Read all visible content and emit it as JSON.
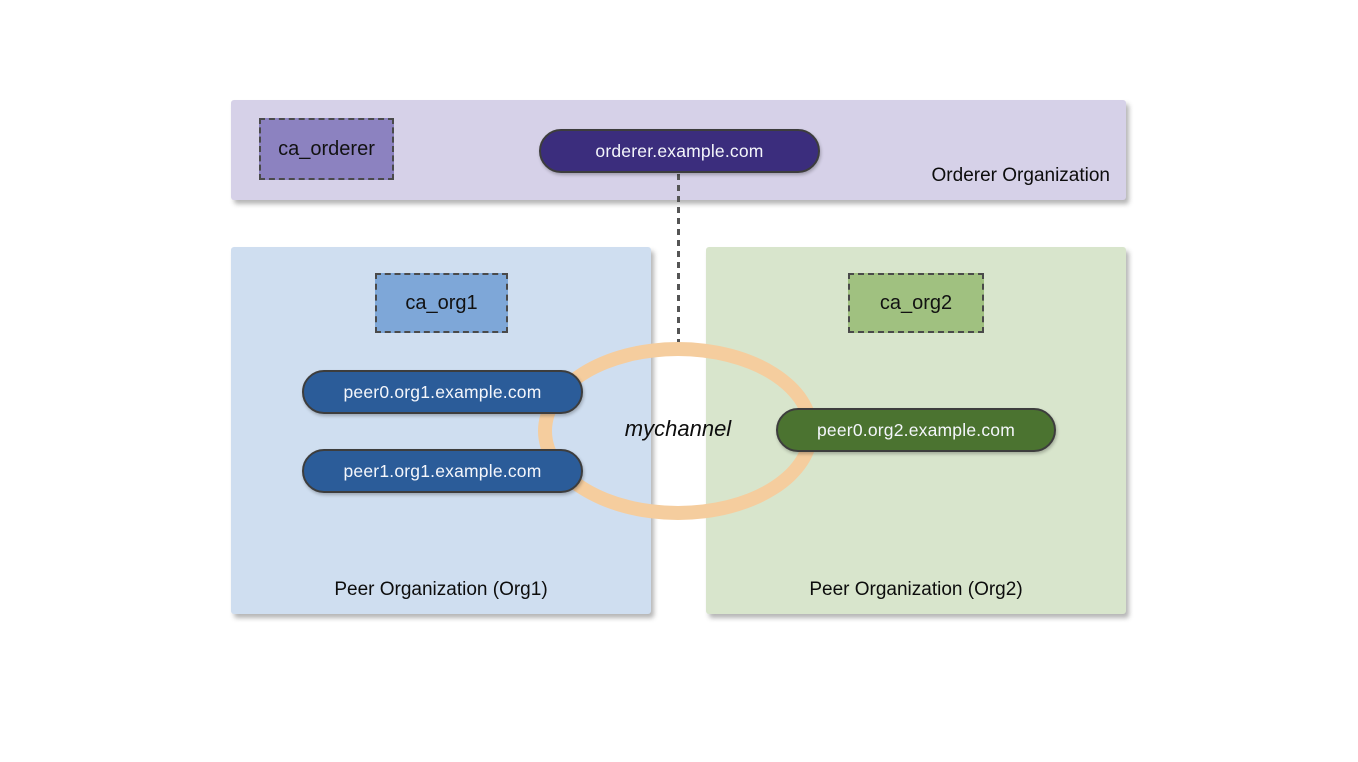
{
  "diagram": {
    "orderer_org": {
      "label": "Orderer Organization",
      "ca_label": "ca_orderer",
      "orderer_node_label": "orderer.example.com"
    },
    "org1": {
      "label": "Peer Organization (Org1)",
      "ca_label": "ca_org1",
      "peers": [
        "peer0.org1.example.com",
        "peer1.org1.example.com"
      ]
    },
    "org2": {
      "label": "Peer Organization (Org2)",
      "ca_label": "ca_org2",
      "peers": [
        "peer0.org2.example.com"
      ]
    },
    "channel": {
      "label": "mychannel"
    }
  },
  "colors": {
    "orderer_bg": "#d6d1e8",
    "orderer_ca": "#8c82c0",
    "orderer_node": "#3b2d7d",
    "org1_bg": "#cfdef0",
    "org1_ca": "#7ea7d8",
    "org1_node": "#2b5c99",
    "org2_bg": "#d8e5cc",
    "org2_ca": "#a0c180",
    "org2_node": "#4b7330",
    "ring": "#f5cd9e",
    "border_dark": "#3d3d3d",
    "connector": "#555555",
    "text": "#111111"
  }
}
